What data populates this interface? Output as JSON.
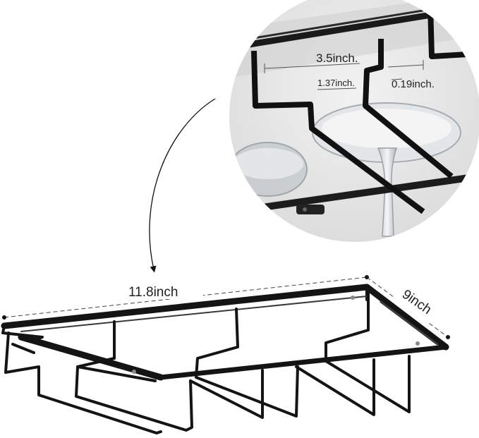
{
  "image": {
    "kind": "product-photo",
    "subject": "under-cabinet wine glass rack",
    "colors": {
      "rack": "#141414",
      "background": "#ffffff",
      "zoom_background": "#e8e8e8",
      "dimension_line": "#333333",
      "glass": "#d8dde0"
    }
  },
  "dimensions": {
    "length": "11.8inch",
    "width": "9inch",
    "slot_width": "3.5inch.",
    "rail_width": "1.37inch.",
    "wire_thickness": "0.19inch."
  }
}
